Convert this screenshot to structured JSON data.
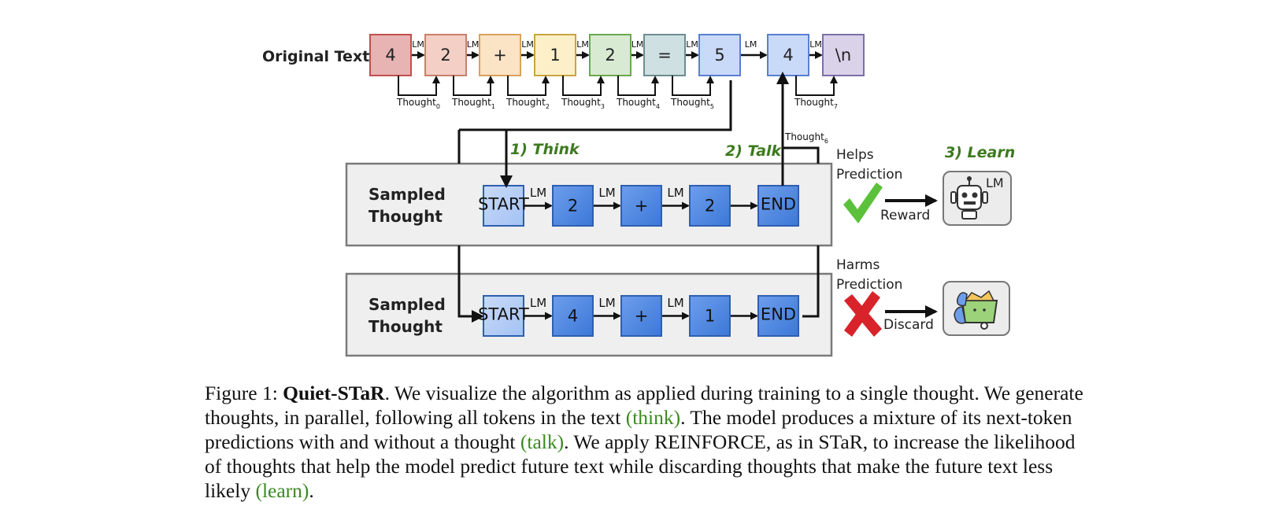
{
  "diagram": {
    "original_text_label": "Original Text",
    "original_tokens": [
      "4",
      "2",
      "+",
      "1",
      "2",
      "=",
      "5",
      "4",
      "\\n"
    ],
    "original_colors": [
      "#e7b3b3",
      "#f3cfc6",
      "#fbe3c6",
      "#fdf0c8",
      "#d9ead3",
      "#cfe0e3",
      "#c9daf8",
      "#c9daf8",
      "#d9d2e9"
    ],
    "original_borders": [
      "#c0504d",
      "#c9806a",
      "#d9a15a",
      "#c9a53f",
      "#6aa84f",
      "#6c8c93",
      "#5a7fd0",
      "#5a7fd0",
      "#7e6ea8"
    ],
    "lm_label": "LM",
    "thought_word": "Thought",
    "thought_subs": [
      "0",
      "1",
      "2",
      "3",
      "4",
      "5",
      "7"
    ],
    "thought6_sub": "6",
    "step_think": "1) Think",
    "step_talk": "2) Talk",
    "step_learn": "3) Learn",
    "sampled_label_1": "Sampled",
    "sampled_label_2": "Thought",
    "thought_a_tokens": [
      "START",
      "2",
      "+",
      "2",
      "END"
    ],
    "thought_b_tokens": [
      "START",
      "4",
      "+",
      "1",
      "END"
    ],
    "helps_1": "Helps",
    "helps_2": "Prediction",
    "harms_1": "Harms",
    "harms_2": "Prediction",
    "reward": "Reward",
    "discard": "Discard",
    "robot_lm": "LM",
    "colors": {
      "green": "#3d7a1f",
      "check": "#5cc13a",
      "cross": "#d8232a",
      "thought_box": "#4a86e8",
      "start_box": "#a4c2f4"
    }
  },
  "caption": {
    "prefix": "Figure 1: ",
    "bold": "Quiet-STaR",
    "t1": ". We visualize the algorithm as applied during training to a single thought.  We generate thoughts, in parallel, following all tokens in the text ",
    "think": "(think)",
    "t2": ".  The model produces a mixture of its next-token predictions with and without a thought ",
    "talk": "(talk)",
    "t3": ". We apply REINFORCE, as in STaR, to increase the likelihood of thoughts that help the model predict future text while discarding thoughts that make the future text less likely ",
    "learn": "(learn)",
    "t4": "."
  }
}
